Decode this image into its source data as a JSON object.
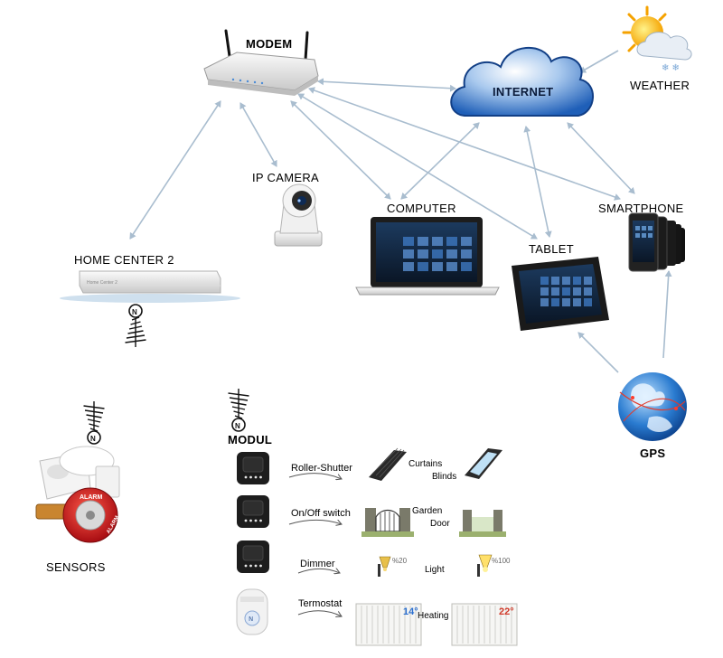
{
  "nodes": {
    "modem": "MODEM",
    "internet": "INTERNET",
    "weather": "WEATHER",
    "ip_camera": "IP CAMERA",
    "computer": "COMPUTER",
    "smartphone": "SMARTPHONE",
    "tablet": "TABLET",
    "home_center": "HOME CENTER 2",
    "gps": "GPS",
    "sensors": "SENSORS",
    "modul": "MODUL"
  },
  "sensors_text": {
    "alarm_top": "ALARM",
    "alarm_bottom": "ALARM"
  },
  "modules": [
    {
      "action": "Roller-Shutter",
      "target_line1": "Curtains",
      "target_line2": "Blinds"
    },
    {
      "action": "On/Off switch",
      "target_line1": "Garden",
      "target_line2": "Door"
    },
    {
      "action": "Dimmer",
      "target_line1": "Light",
      "pct_left": "%20",
      "pct_right": "%100"
    },
    {
      "action": "Termostat",
      "target_line1": "Heating",
      "temp_left": "14°",
      "temp_right": "22°"
    }
  ],
  "colors": {
    "connector": "#a9bdcf",
    "cloud": "#1f5fb8",
    "heat_blue": "#2a6fd0",
    "heat_red": "#d03a2a",
    "alarm_red": "#c8141a"
  }
}
